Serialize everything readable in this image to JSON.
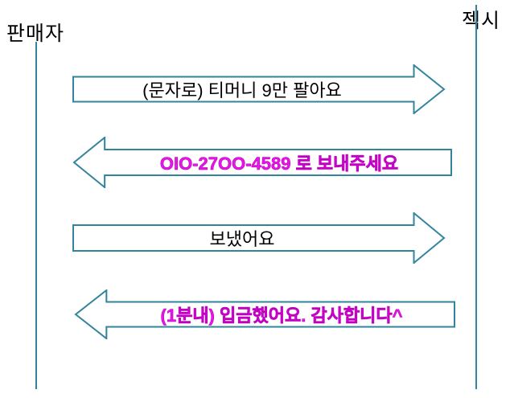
{
  "diagram": {
    "left_actor": "판매자",
    "right_actor": "젝시",
    "messages": [
      {
        "direction": "right",
        "text": "(문자로) 티머니 9만 팔아요",
        "text_color": "black"
      },
      {
        "direction": "left",
        "text": "OIO-27OO-4589 로 보내주세요",
        "text_color": "magenta"
      },
      {
        "direction": "right",
        "text": "보냈어요",
        "text_color": "black"
      },
      {
        "direction": "left",
        "text": "(1분내) 입금했어요. 감사합니다^",
        "text_color": "magenta"
      }
    ],
    "colors": {
      "arrow_outline": "#31849B",
      "lifeline": "#31849B",
      "magenta_text": "#E617E6",
      "black_text": "#000000",
      "background": "#FFFFFF"
    }
  }
}
